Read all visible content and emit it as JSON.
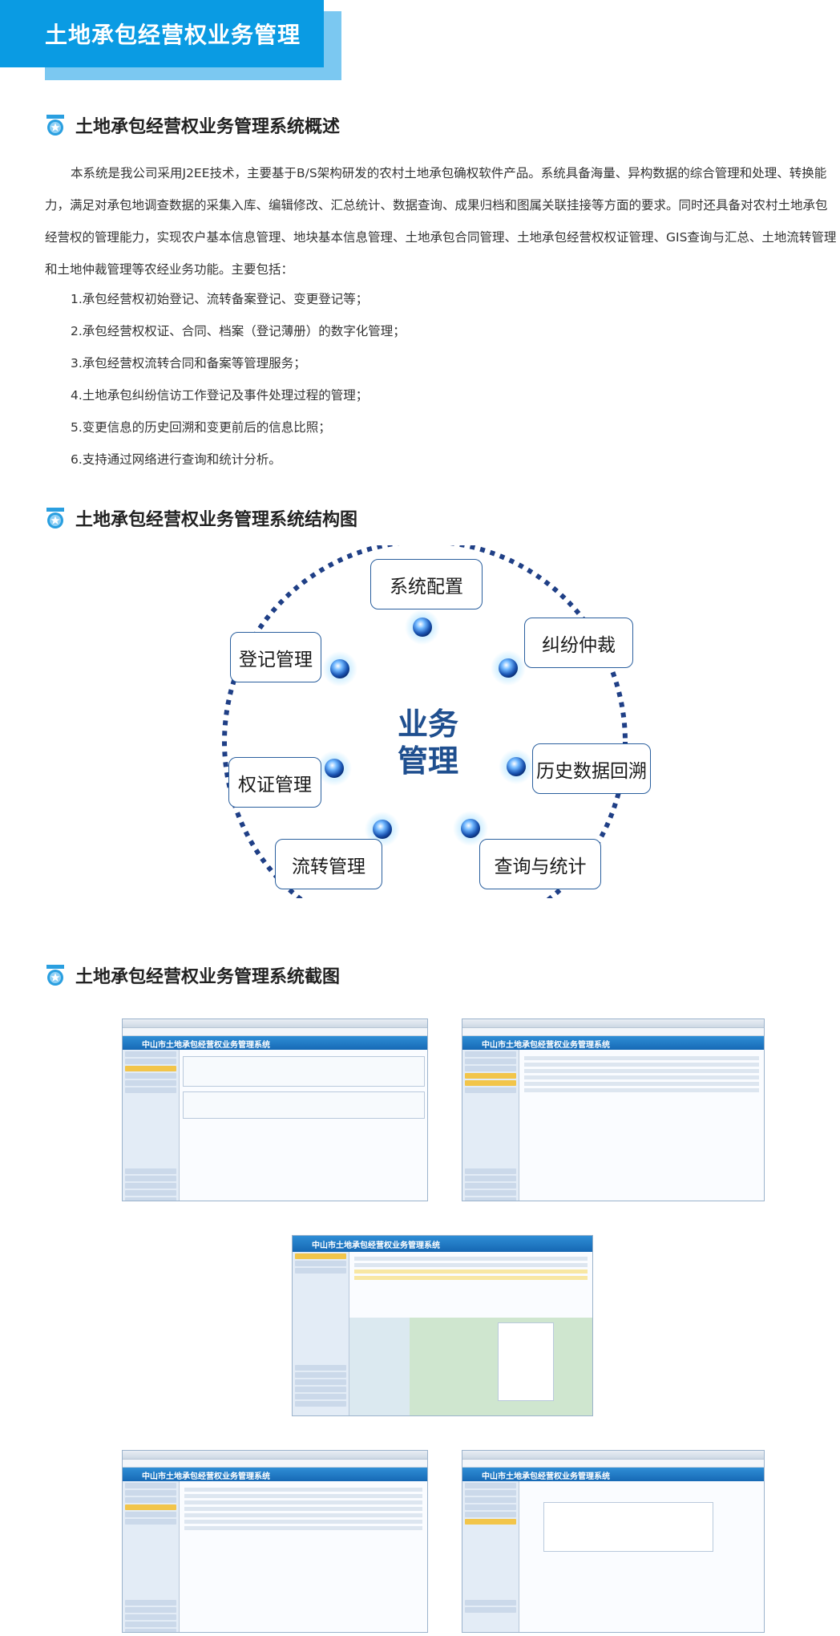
{
  "banner": {
    "title": "土地承包经营权业务管理"
  },
  "overview": {
    "heading": "土地承包经营权业务管理系统概述",
    "paragraph": "本系统是我公司采用J2EE技术，主要基于B/S架构研发的农村土地承包确权软件产品。系统具备海量、异构数据的综合管理和处理、转换能力，满足对承包地调查数据的采集入库、编辑修改、汇总统计、数据查询、成果归档和图属关联挂接等方面的要求。同时还具备对农村土地承包经营权的管理能力，实现农户基本信息管理、地块基本信息管理、土地承包合同管理、土地承包经营权权证管理、GIS查询与汇总、土地流转管理和土地仲裁管理等农经业务功能。主要包括：",
    "items": [
      "1.承包经营权初始登记、流转备案登记、变更登记等；",
      "2.承包经营权权证、合同、档案（登记薄册）的数字化管理；",
      "3.承包经营权流转合同和备案等管理服务；",
      "4.土地承包纠纷信访工作登记及事件处理过程的管理；",
      "5.变更信息的历史回溯和变更前后的信息比照；",
      "6.支持通过网络进行查询和统计分析。"
    ]
  },
  "structure": {
    "heading": "土地承包经营权业务管理系统结构图",
    "center_line1": "业务",
    "center_line2": "管理",
    "nodes": {
      "config": "系统配置",
      "arbitration": "纠纷仲裁",
      "history": "历史数据回溯",
      "stats": "查询与统计",
      "transfer": "流转管理",
      "certificate": "权证管理",
      "register": "登记管理"
    }
  },
  "screens": {
    "heading": "土地承包经营权业务管理系统截图",
    "app_title": "中山市土地承包经营权业务管理系统"
  },
  "colors": {
    "brand": "#0a9be3",
    "dark_blue": "#1f4f8f",
    "node_border": "#2a5f9e"
  }
}
